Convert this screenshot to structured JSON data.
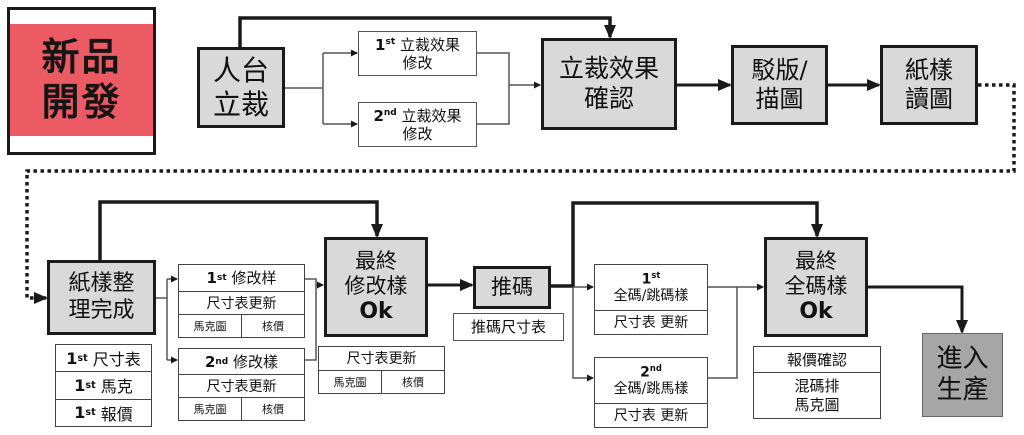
{
  "title_block": {
    "line1": "新品",
    "line2": "開發"
  },
  "row1": {
    "draping": {
      "line1": "人台",
      "line2": "立裁"
    },
    "draping_rev1": {
      "ordinal": "1",
      "sup": "st",
      "line1": "立裁效果",
      "line2": "修改"
    },
    "draping_rev2": {
      "ordinal": "2",
      "sup": "nd",
      "line1": "立裁效果",
      "line2": "修改"
    },
    "draping_confirm": {
      "line1": "立裁效果",
      "line2": "確認"
    },
    "pattern_draft": {
      "line1": "駁版/",
      "line2": "描圖"
    },
    "pattern_read": {
      "line1": "紙樣",
      "line2": "讀圖"
    }
  },
  "row2": {
    "pattern_complete": {
      "line1": "紙樣整",
      "line2": "理完成"
    },
    "first_docs": [
      {
        "ordinal": "1",
        "sup": "st",
        "label": "尺寸表"
      },
      {
        "ordinal": "1",
        "sup": "st",
        "label": "馬克"
      },
      {
        "ordinal": "1",
        "sup": "st",
        "label": "報價"
      }
    ],
    "sample_rev1": {
      "ordinal": "1",
      "sup": "st",
      "title": "修改样",
      "row2": "尺寸表更新",
      "cell_left": "馬克圖",
      "cell_right": "核價"
    },
    "sample_rev2": {
      "ordinal": "2",
      "sup": "nd",
      "title": "修改樣",
      "row2": "尺寸表更新",
      "cell_left": "馬克圖",
      "cell_right": "核價"
    },
    "final_sample": {
      "line1": "最終",
      "line2": "修改樣",
      "line3": "Ok"
    },
    "final_sample_docs": {
      "row1": "尺寸表更新",
      "cell_left": "馬克圖",
      "cell_right": "核價"
    },
    "grading": {
      "label": "推碼"
    },
    "grading_doc": {
      "label": "推碼尺寸表"
    },
    "size_set1": {
      "ordinal": "1",
      "sup": "st",
      "title": "全碼/跳碼樣",
      "row2": "尺寸表 更新"
    },
    "size_set2": {
      "ordinal": "2",
      "sup": "nd",
      "title": "全碼/跳馬樣",
      "row2": "尺寸表 更新"
    },
    "final_size_set": {
      "line1": "最終",
      "line2": "全碼樣",
      "line3": "Ok"
    },
    "final_size_set_docs": {
      "row1": "報價確認",
      "row2_line1": "混碼排",
      "row2_line2": "馬克圖"
    },
    "production": {
      "line1": "進入",
      "line2": "生產"
    }
  },
  "colors": {
    "title_band": "#ec5b64",
    "main_box_fill": "#d9d9d9",
    "production_fill": "#a6a6a6",
    "line": "#1a1a1a"
  }
}
